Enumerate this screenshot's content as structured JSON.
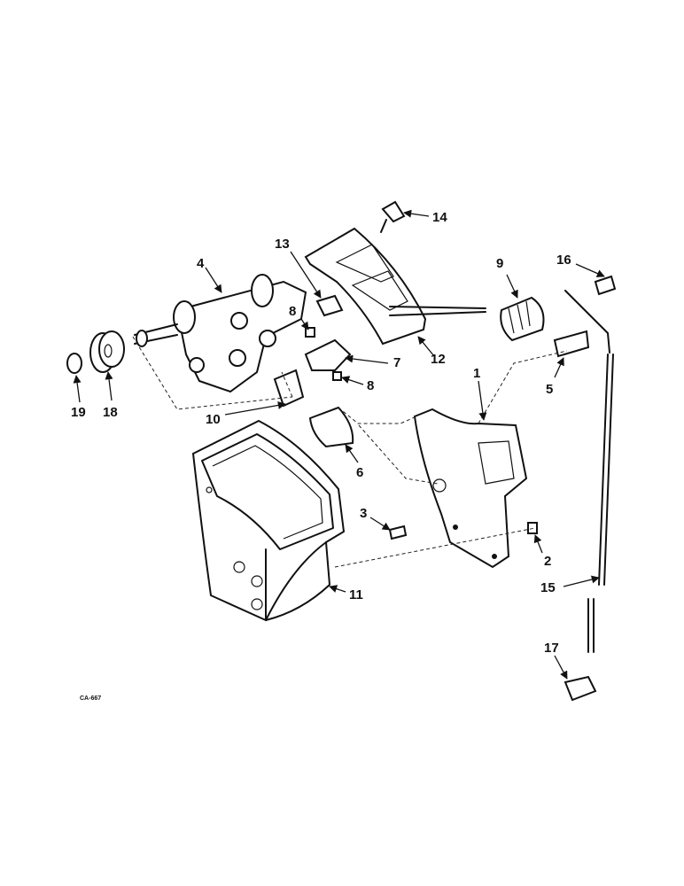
{
  "diagram": {
    "drawing_code": "CA-667",
    "callouts": [
      "1",
      "2",
      "3",
      "4",
      "5",
      "6",
      "7",
      "8",
      "8",
      "9",
      "10",
      "11",
      "12",
      "13",
      "14",
      "15",
      "16",
      "17",
      "18",
      "19"
    ]
  }
}
